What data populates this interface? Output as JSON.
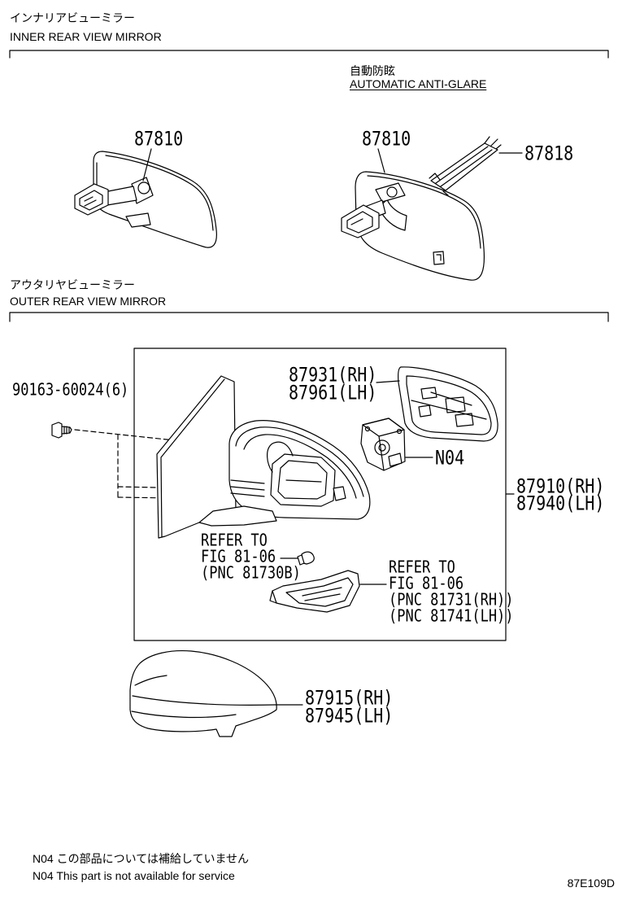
{
  "inner_section": {
    "title_ja": "インナリアビューミラー",
    "title_en": "INNER REAR VIEW MIRROR",
    "anti_glare_title_ja": "自動防眩",
    "anti_glare_title_en": "AUTOMATIC ANTI-GLARE",
    "callouts": {
      "standard_mirror": "87810",
      "anti_glare_mirror": "87810",
      "mirror_cover": "87818"
    }
  },
  "outer_section": {
    "title_ja": "アウタリヤビューミラー",
    "title_en": "OUTER REAR VIEW MIRROR",
    "callouts": {
      "screw": "90163-60024(6)",
      "mirror_glass_rh": "87931(RH)",
      "mirror_glass_lh": "87961(LH)",
      "motor": "N04",
      "mirror_assembly_rh": "87910(RH)",
      "mirror_assembly_lh": "87940(LH)",
      "mirror_cover_rh": "87915(RH)",
      "mirror_cover_lh": "87945(LH)"
    },
    "bulb_reference": [
      "REFER TO",
      "FIG 81-06",
      "(PNC 81730B)"
    ],
    "turn_signal_reference": [
      "REFER TO",
      "FIG 81-06",
      "(PNC 81731(RH))",
      "(PNC 81741(LH))"
    ]
  },
  "footnotes": [
    "N04 この部品については補給していません",
    "N04 This part is not available for service"
  ],
  "figure_code": "87E109D",
  "colors": {
    "line": "#000000",
    "background": "#ffffff"
  }
}
